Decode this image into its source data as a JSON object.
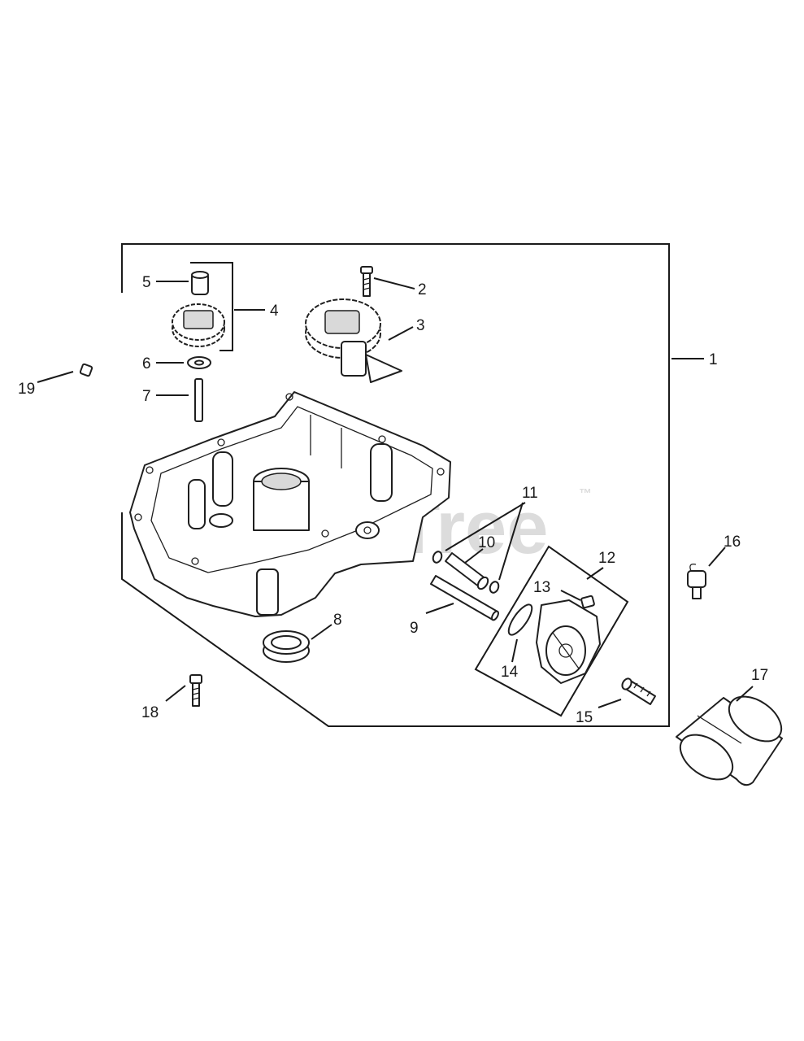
{
  "watermark": {
    "text": "PartsTree",
    "trademark": "™"
  },
  "callouts": [
    "1",
    "2",
    "3",
    "4",
    "5",
    "6",
    "7",
    "8",
    "9",
    "10",
    "11",
    "12",
    "13",
    "14",
    "15",
    "16",
    "17",
    "18",
    "19"
  ],
  "colors": {
    "ink": "#1a1a1a",
    "watermark": "#dcdcdc",
    "background": "#ffffff"
  }
}
